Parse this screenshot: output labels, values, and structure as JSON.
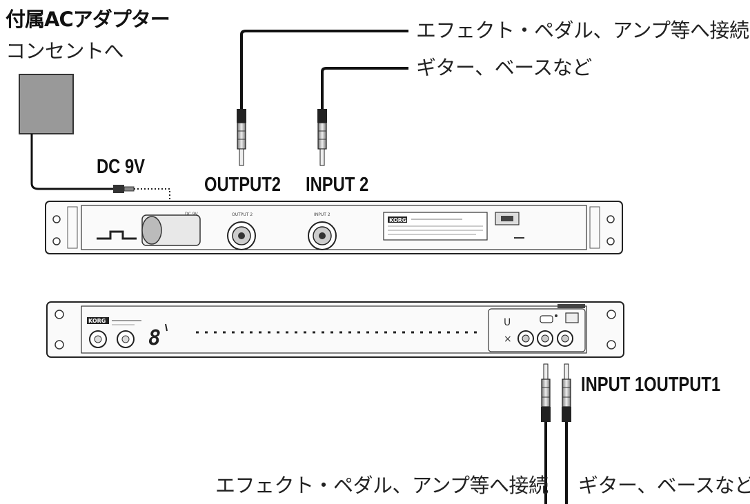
{
  "adapter": {
    "title": "付属ACアダプター",
    "subtitle": "コンセントへ",
    "dc_label": "DC 9V"
  },
  "rear_panel": {
    "output_label": "OUTPUT2",
    "input_label": "INPUT 2",
    "output_dest": "エフェクト・ペダル、アンプ等へ接続",
    "input_source": "ギター、ベースなど",
    "logo": "KORG"
  },
  "front_panel": {
    "logo": "KORG",
    "display_digit": "8",
    "io_label": "INPUT 1OUTPUT1",
    "output_dest": "エフェクト・ペダル、アンプ等へ接続",
    "input_source": "ギター、ベースなど"
  }
}
